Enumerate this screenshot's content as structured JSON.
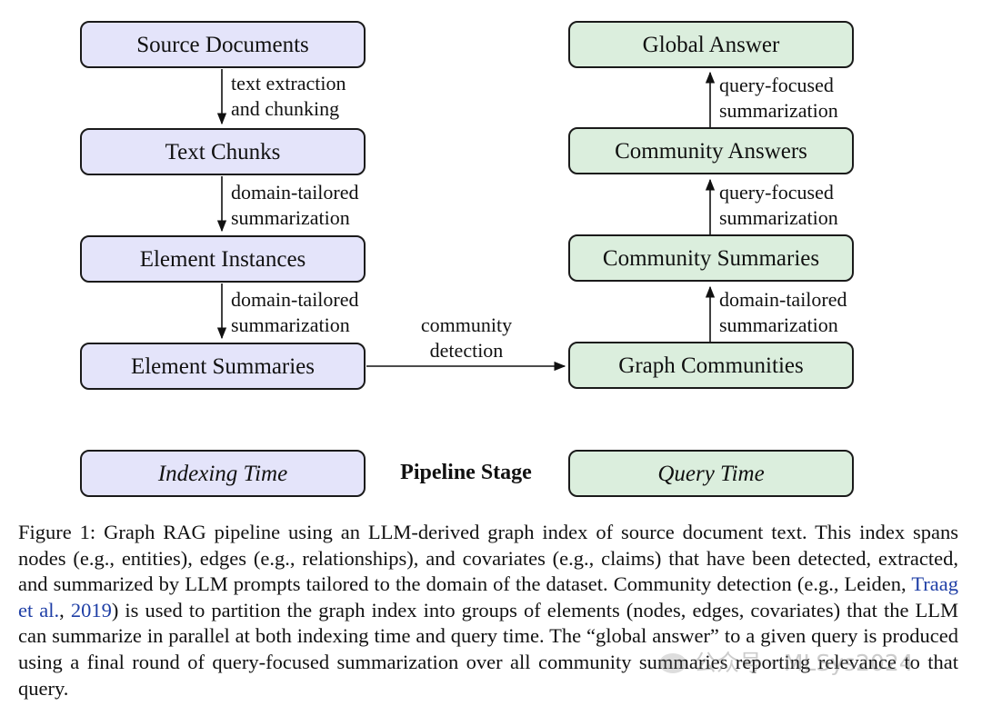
{
  "nodes": {
    "source_documents": "Source Documents",
    "text_chunks": "Text Chunks",
    "element_instances": "Element Instances",
    "element_summaries": "Element Summaries",
    "graph_communities": "Graph Communities",
    "community_summaries": "Community Summaries",
    "community_answers": "Community Answers",
    "global_answer": "Global Answer"
  },
  "edges": {
    "text_extraction": [
      "text extraction",
      "and chunking"
    ],
    "chunks_to_instances": [
      "domain-tailored",
      "summarization"
    ],
    "instances_to_summaries": [
      "domain-tailored",
      "summarization"
    ],
    "community_detection": [
      "community",
      "detection"
    ],
    "communities_to_summaries": [
      "domain-tailored",
      "summarization"
    ],
    "summaries_to_answers": [
      "query-focused",
      "summarization"
    ],
    "answers_to_global": [
      "query-focused",
      "summarization"
    ]
  },
  "legend": {
    "indexing_time": "Indexing Time",
    "pipeline_stage": "Pipeline Stage",
    "query_time": "Query Time"
  },
  "colors": {
    "indexing_fill": "#e4e4fa",
    "query_fill": "#dbeedd",
    "citation_link": "#1f3fa6"
  },
  "caption": {
    "part1": "Figure 1: Graph RAG pipeline using an LLM-derived graph index of source document text. This index spans nodes (e.g., entities), edges (e.g., relationships), and covariates (e.g., claims) that have been detected, extracted, and summarized by LLM prompts tailored to the domain of the dataset. Community detection (e.g., Leiden, ",
    "cite_authors": "Traag et al.",
    "sep": ", ",
    "cite_year": "2019",
    "part2": ") is used to partition the graph index into groups of elements (nodes, edges, covariates) that the LLM can summarize in parallel at both indexing time and query time. The “global answer” to a given query is produced using a final round of query-focused summarization over all community summaries reporting relevance to that query."
  },
  "watermark": "公众号 · MLSys2024"
}
